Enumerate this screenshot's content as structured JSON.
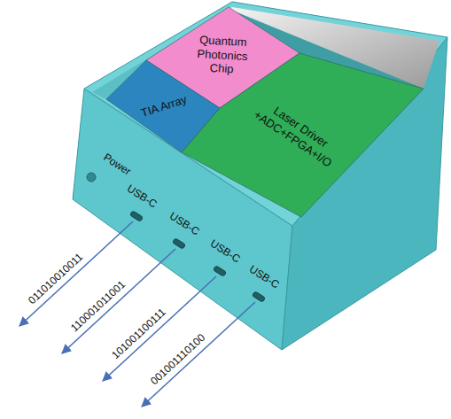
{
  "diagram": {
    "nodes": [
      {
        "text": [
          "Quantum Photonics Chip"
        ]
      },
      {
        "text": [
          "TIA Array"
        ]
      },
      {
        "text": [
          "Laser Driver +ADC+FPGA+I/O"
        ]
      }
    ],
    "edges": [],
    "labels": [
      "Power",
      "USB-C",
      "USB-C",
      "USB-C",
      "USB-C",
      "011010010011",
      "110001011001",
      "101001100111",
      "001001110100"
    ]
  }
}
